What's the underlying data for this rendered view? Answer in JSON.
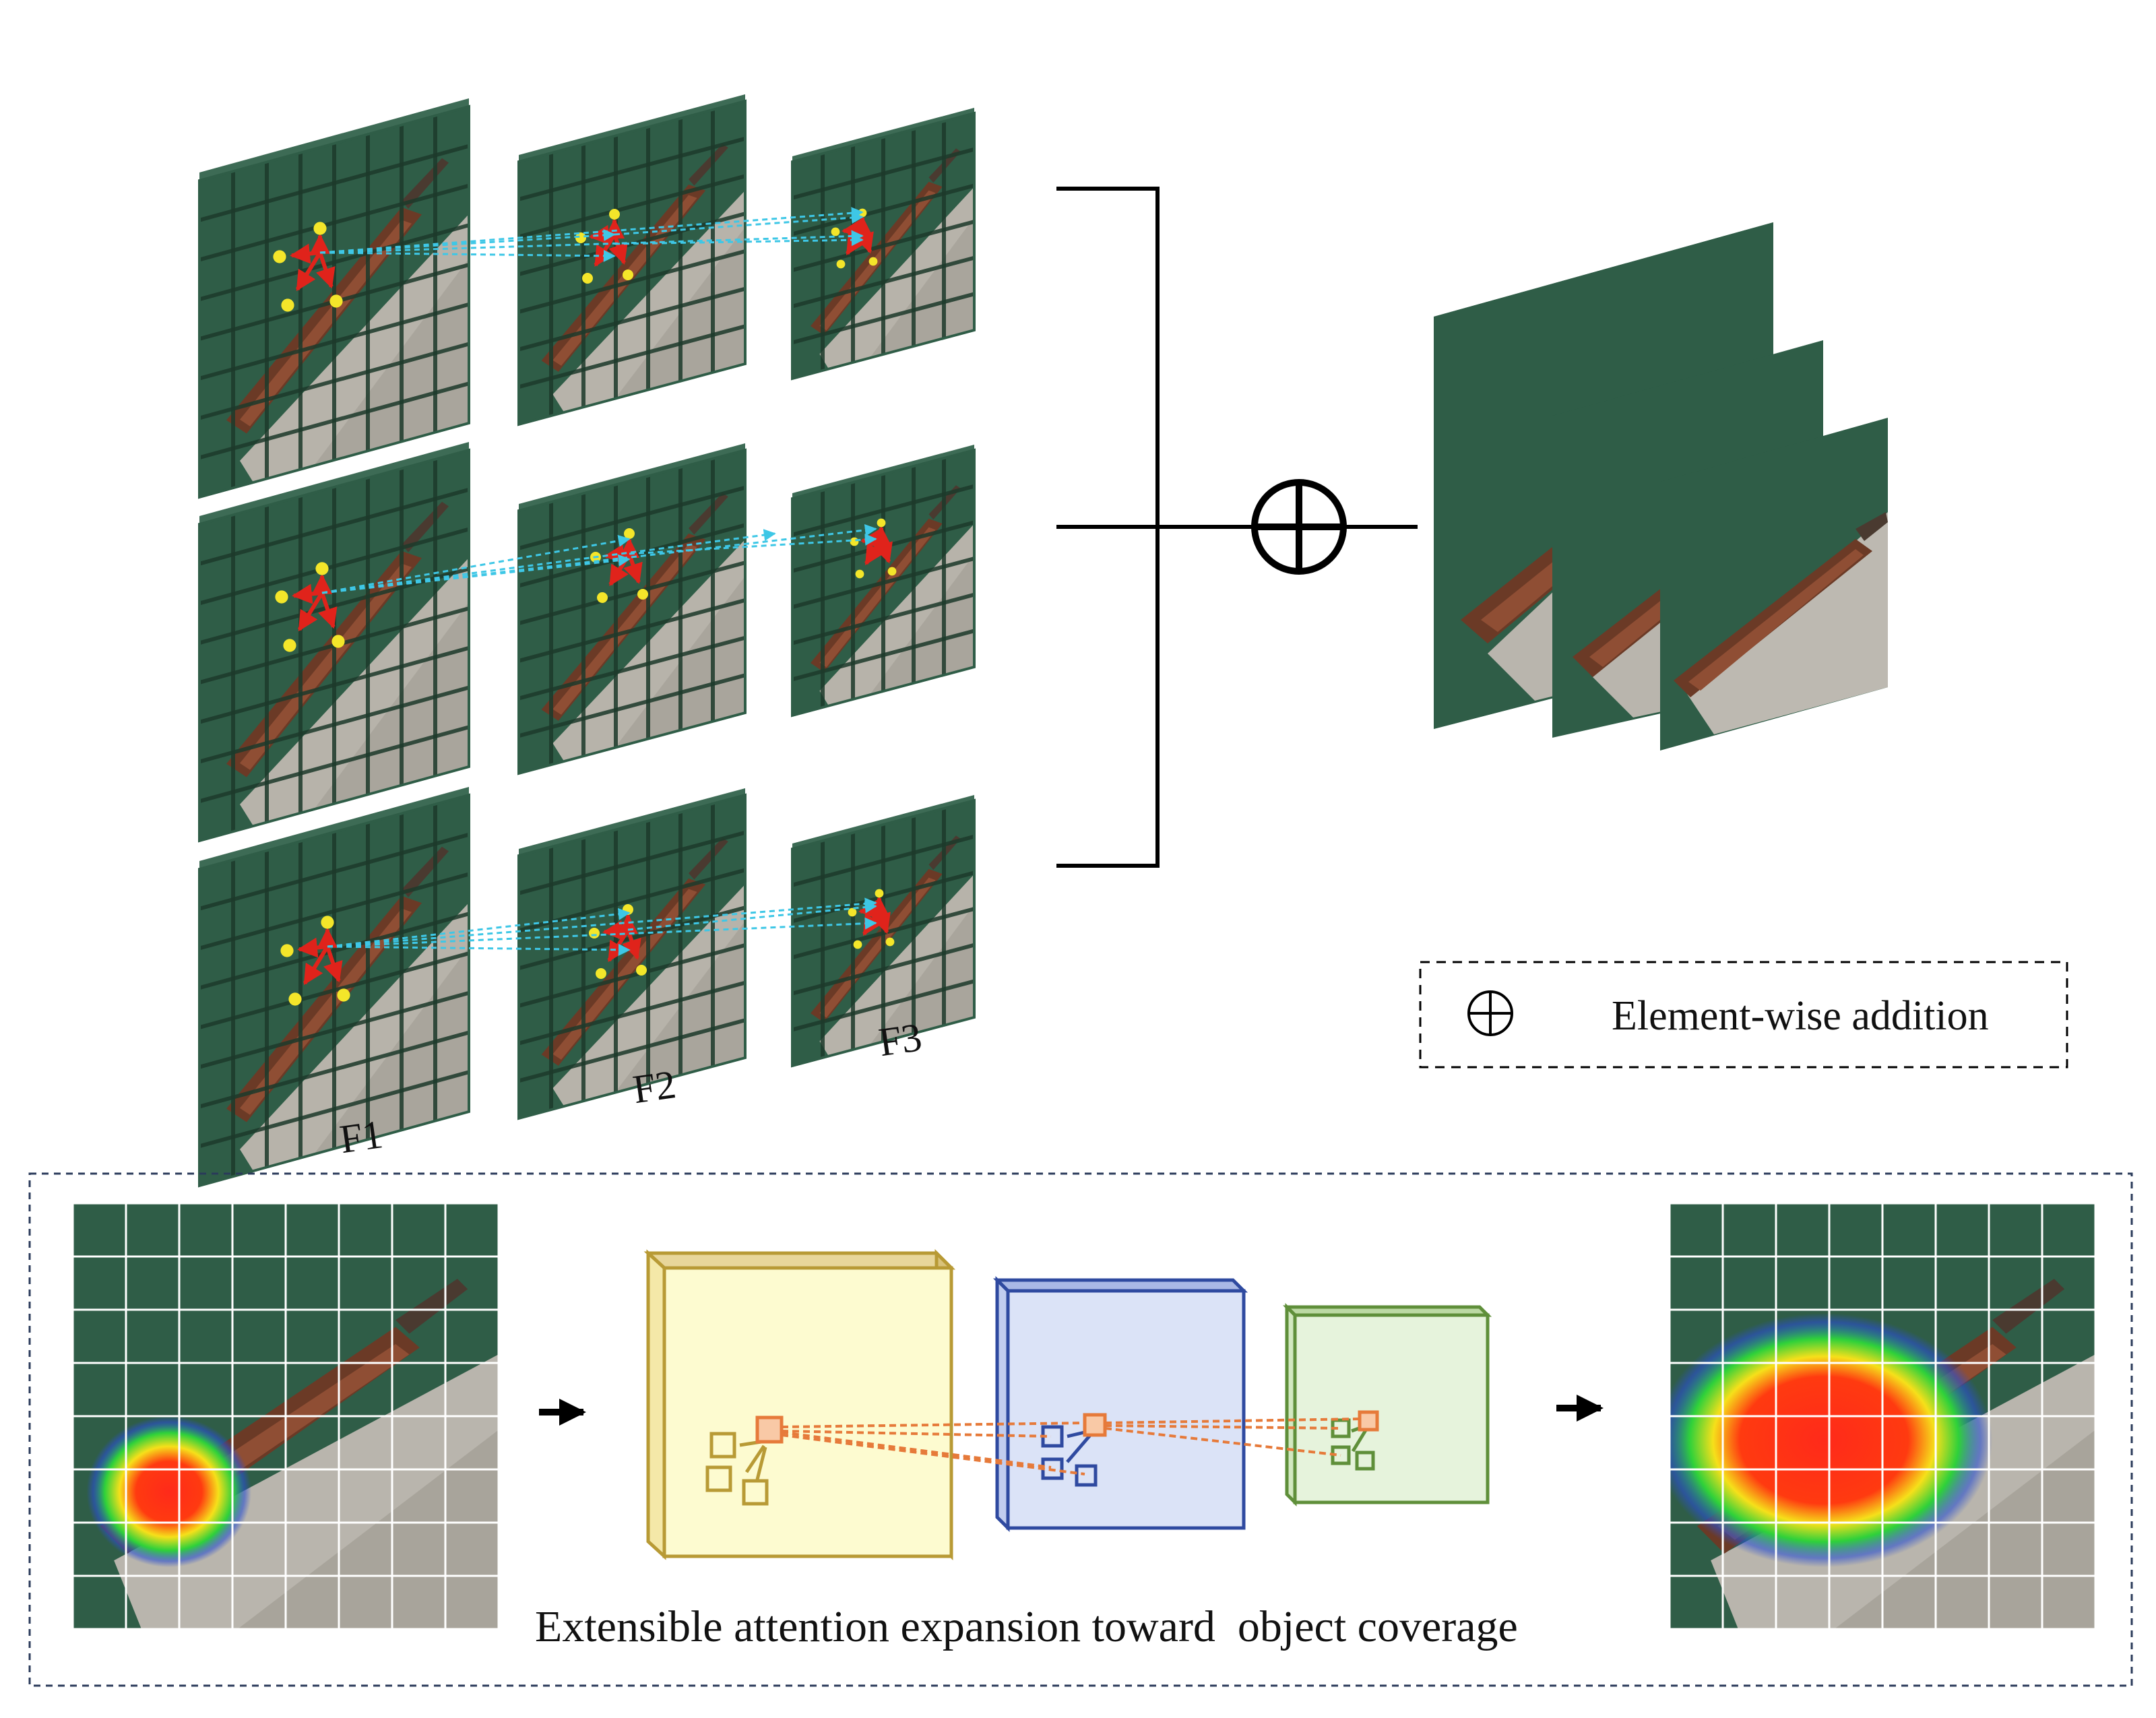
{
  "labels": {
    "f1": "F1",
    "f2": "F2",
    "f3": "F3"
  },
  "legend": {
    "symbol": "⊕",
    "text": "Element-wise addition"
  },
  "caption": "Extensible attention expansion toward  object coverage",
  "colors": {
    "ocean": "#2f5d47",
    "ocean_side": "#3d6b55",
    "grid_dark": "#1d3a2b",
    "dock": "#b9b5ad",
    "ship_hull": "#6b3a26",
    "ship_deck": "#8f4e34",
    "arrow_red": "#e0231b",
    "point_yellow": "#f4e62a",
    "link_cyan": "#3ec7e6",
    "link_orange": "#e67a3a",
    "box_yellow_fill": "#fdfbd0",
    "box_yellow_stroke": "#b89a35",
    "box_blue_fill": "#dbe3f7",
    "box_blue_stroke": "#2f4aa0",
    "box_green_fill": "#e6f3dc",
    "box_green_stroke": "#5f8f3a"
  }
}
